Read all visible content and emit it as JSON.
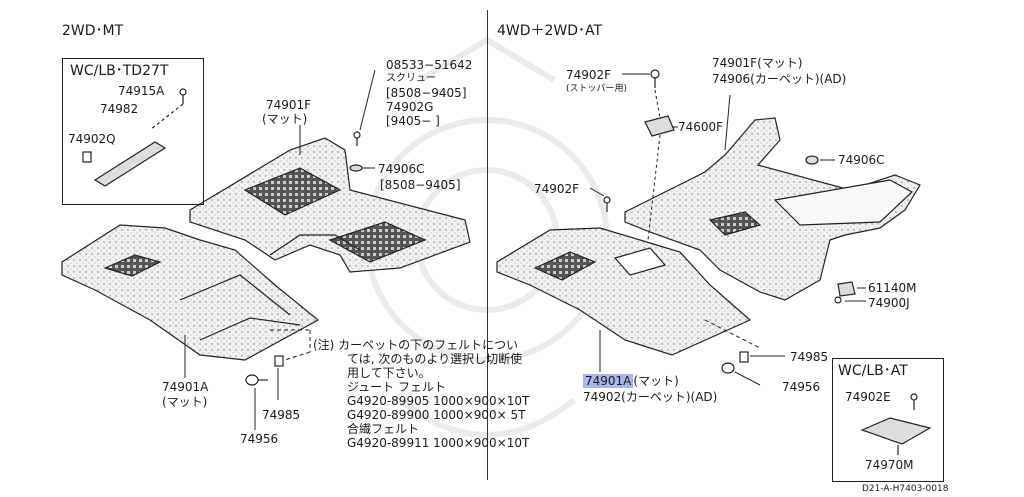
{
  "sections": {
    "left_title": "2WD･MT",
    "right_title": "4WD＋2WD･AT"
  },
  "left_box": {
    "title": "WC/LB･TD27T",
    "parts": [
      "74915A",
      "74982",
      "74902Q"
    ]
  },
  "left_labels": {
    "mat_top_code": "74901F",
    "mat_top_name": "(マット)",
    "screw_code": "08533−51642",
    "screw_name": "スクリュー",
    "screw_range": "[8508−9405]",
    "clip_g_code": "74902G",
    "clip_g_range": "[9405−      ]",
    "clip_c_code": "74906C",
    "clip_c_range": "[8508−9405]",
    "mat_bottom_code": "74901A",
    "mat_bottom_name": "(マット)",
    "bolt_code": "74956",
    "clip_code": "74985"
  },
  "note": {
    "line1": "(注) カーペットの下のフェルトについ",
    "line2": "ては, 次のものより選択し切断使",
    "line3": "用して下さい｡",
    "line4": "ジュート  フェルト",
    "line5": "G4920-89905  1000×900×10T",
    "line6": "G4920-89900  1000×900× 5T",
    "line7": "合繊フェルト",
    "line8": "G4920-89911  1000×900×10T"
  },
  "right_labels": {
    "stopper_code": "74902F",
    "stopper_name": "(ストッパー用)",
    "mat_f_line1": "74901F(マット)",
    "mat_f_line2": "74906(カーペット)(AD)",
    "bracket_code": "74600F",
    "clip_c_code": "74906C",
    "stopper2_code": "74902F",
    "bracket_m_code": "61140M",
    "clip_j_code": "74900J",
    "clip_985_code": "74985",
    "bolt_code": "74956",
    "mat_a_code": "74901A",
    "mat_a_name": "(マット)",
    "carpet_line": "74902(カーペット)(AD)"
  },
  "right_box": {
    "title": "WC/LB･AT",
    "parts": [
      "74902E",
      "74970M"
    ]
  },
  "footer_code": "D21-A-H7403-0018"
}
